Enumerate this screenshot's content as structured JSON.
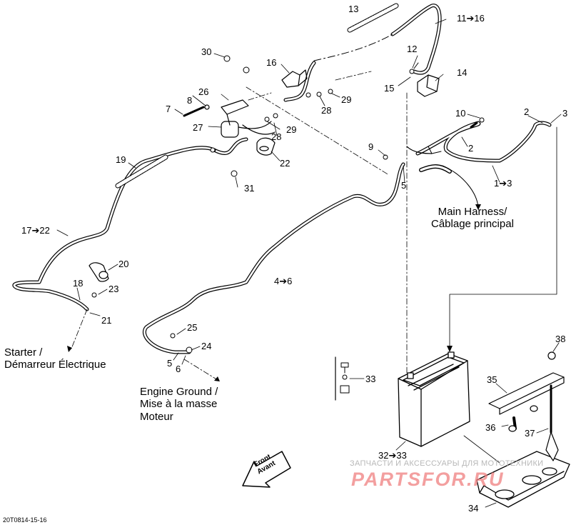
{
  "diagram_code": "20T0814-15-16",
  "watermark": {
    "line1": "ЗАПЧАСТИ И АКСЕССУАРЫ ДЛЯ МОТОТЕХНИКИ",
    "line2": "PARTSFOR.RU"
  },
  "notes": {
    "main_harness_1": "Main Harness/",
    "main_harness_2": "Câblage principal",
    "starter_1": "Starter /",
    "starter_2": "Démarreur Électrique",
    "engine_ground_1": "Engine Ground /",
    "engine_ground_2": "Mise à la masse",
    "engine_ground_3": "Moteur",
    "front_1": "Front",
    "front_2": "Avant"
  },
  "callouts": {
    "c13": "13",
    "c11_16": "11➔16",
    "c12": "12",
    "c14": "14",
    "c15": "15",
    "c16": "16",
    "c30": "30",
    "c26": "26",
    "c8": "8",
    "c7": "7",
    "c27": "27",
    "c28a": "28",
    "c29a": "29",
    "c28b": "28",
    "c29b": "29",
    "c22": "22",
    "c31": "31",
    "c19": "19",
    "c10": "10",
    "c2a": "2",
    "c3": "3",
    "c2b": "2",
    "c9": "9",
    "c5a": "5",
    "c1_3": "1➔3",
    "c17_22": "17➔22",
    "c20": "20",
    "c18": "18",
    "c23": "23",
    "c21": "21",
    "c4_6": "4➔6",
    "c25": "25",
    "c24": "24",
    "c5b": "5",
    "c6": "6",
    "c33": "33",
    "c38": "38",
    "c35": "35",
    "c36": "36",
    "c37": "37",
    "c32_33": "32➔33",
    "c34": "34"
  }
}
